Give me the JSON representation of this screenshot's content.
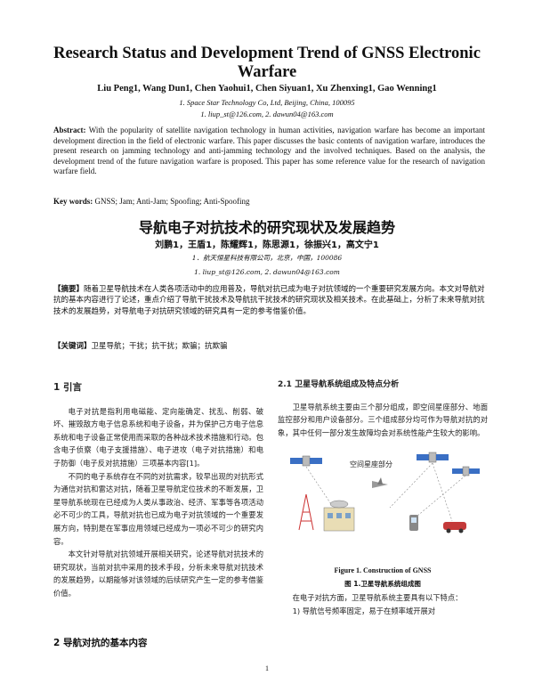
{
  "en": {
    "title": "Research Status and Development Trend of GNSS Electronic Warfare",
    "authors": "Liu Peng1, Wang Dun1, Chen Yaohui1, Chen Siyuan1, Xu Zhenxing1, Gao Wenning1",
    "affil1": "1. Space Star Technology Co, Ltd, Beijing, China, 100095",
    "affil2": "1. liup_st@126.com, 2. dawun04@163.com",
    "abstract_label": "Abstract:",
    "abstract_text": "With the popularity of satellite navigation technology in human activities, navigation warfare has become an important development direction in the field of electronic warfare. This paper discusses the basic contents of navigation warfare, introduces the present research on jamming technology and anti-jamming technology and the involved techniques. Based on the analysis, the development trend of the future navigation warfare is proposed. This paper has some reference value for the research of navigation warfare field.",
    "keywords_label": "Key words:",
    "keywords_text": "GNSS; Jam; Anti-Jam; Spoofing; Anti-Spoofing"
  },
  "cn": {
    "title": "导航电子对抗技术的研究现状及发展趋势",
    "authors": "刘鹏1，王盾1，陈耀辉1，陈思源1，徐振兴1，高文宁1",
    "affil1": "1．航天恒星科技有限公司，北京，中国，100086",
    "affil2": "1. liup_st@126.com, 2. dawun04@163.com",
    "abstract_label": "【摘要】",
    "abstract_text": "随着卫星导航技术在人类各项活动中的应用普及，导航对抗已成为电子对抗领域的一个重要研究发展方向。本文对导航对抗的基本内容进行了论述，重点介绍了导航干扰技术及导航抗干扰技术的研究现状及相关技术。在此基础上，分析了未来导航对抗技术的发展趋势，对导航电子对抗研究领域的研究具有一定的参考借鉴价值。",
    "keywords_label": "【关键词】",
    "keywords_text": "卫星导航；干扰；抗干扰；欺骗；抗欺骗"
  },
  "left": {
    "heading1": "1  引言",
    "p1": "电子对抗是指利用电磁能、定向能确定、扰乱、削弱、破坏、摧毁敌方电子信息系统和电子设备，并为保护己方电子信息系统和电子设备正常使用而采取的各种战术技术措施和行动。包含电子侦察（电子支援措施）、电子进攻（电子对抗措施）和电子防御（电子反对抗措施）三项基本内容[1]。",
    "p2": "不同的电子系统存在不同的对抗需求，较早出现的对抗形式为通信对抗和雷达对抗，随着卫星导航定位技术的不断发展，卫星导航系统现在已经成为人类从事政治、经济、军事等各项活动必不可少的工具，导航对抗也已成为电子对抗领域的一个重要发展方向，特别是在军事应用领域已经成为一项必不可少的研究内容。",
    "p3": "本文针对导航对抗领域开展相关研究，论述导航对抗技术的研究现状，当前对抗中采用的技术手段，分析未来导航对抗技术的发展趋势，以期能够对该领域的后续研究产生一定的参考借鉴价值。",
    "heading2": "2  导航对抗的基本内容"
  },
  "right": {
    "heading": "2.1  卫星导航系统组成及特点分析",
    "p1": "卫星导航系统主要由三个部分组成，即空间星座部分、地面监控部分和用户设备部分。三个组成部分均可作为导航对抗的对象，其中任何一部分发生故障均会对系统性能产生较大的影响。",
    "fig_label": "空间星座部分",
    "fig_caption_en": "Figure 1. Construction of GNSS",
    "fig_caption_cn": "图 1.卫星导航系统组成图",
    "p2": "在电子对抗方面，卫星导航系统主要具有以下特点：",
    "item1": "1)    导航信号频率固定，易于在频率域开展对"
  },
  "page_number": "1"
}
